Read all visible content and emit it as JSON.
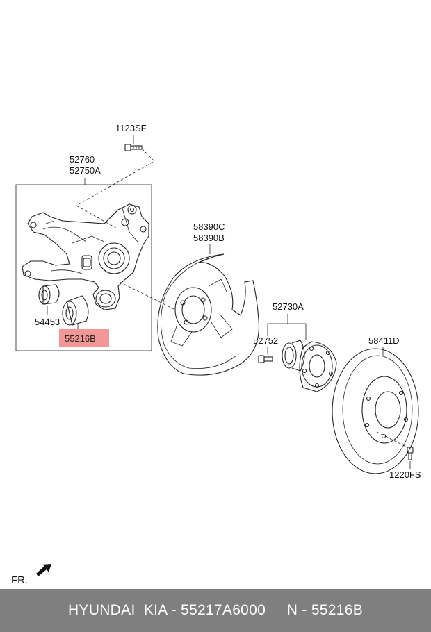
{
  "labels": {
    "bolt_top": "1123SF",
    "knuckle_a": "52760",
    "knuckle_b": "52750A",
    "bushing_small": "54453",
    "bushing_highlight": "55216B",
    "shield_a": "58390C",
    "shield_b": "58390B",
    "hub_assy": "52730A",
    "hub_bolt": "52752",
    "disc": "58411D",
    "disc_screw": "1220FS",
    "front_marker": "FR."
  },
  "colors": {
    "highlight_fill": "#f28b8b",
    "footer_bg": "#7f7f7f",
    "footer_text": "#ffffff"
  },
  "footer": {
    "caption": "HYUNDAI  KIA - 55217A6000     N - 55216B"
  }
}
